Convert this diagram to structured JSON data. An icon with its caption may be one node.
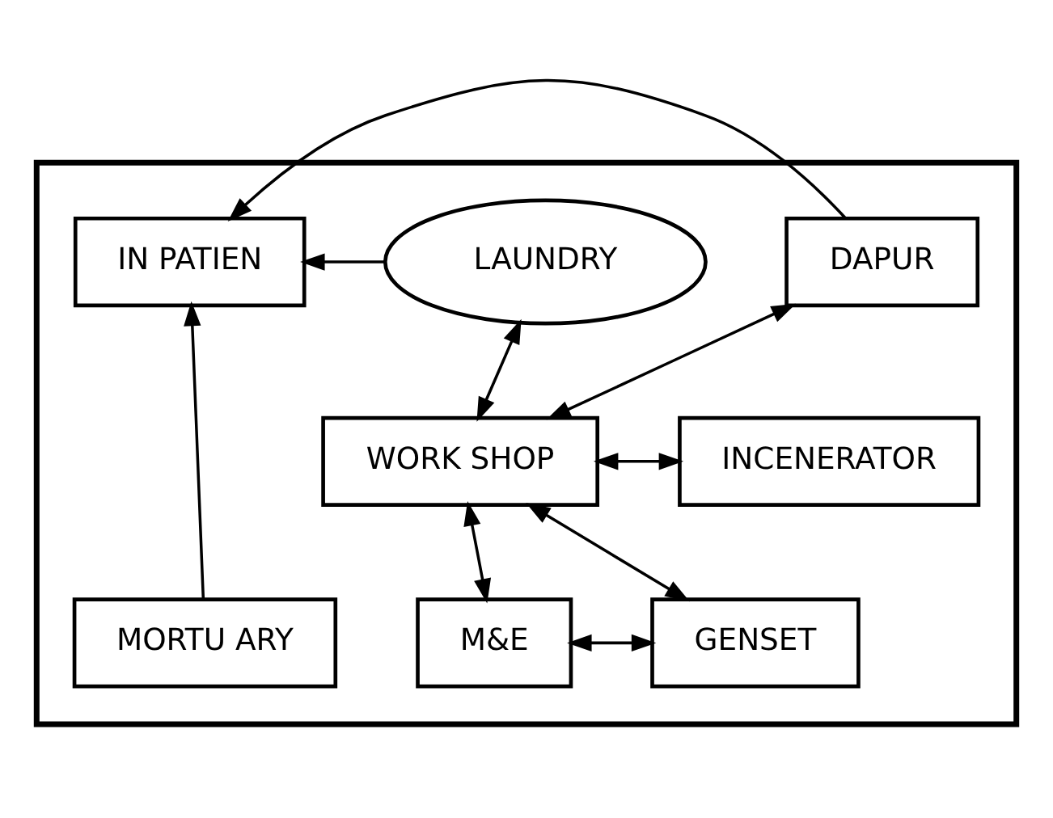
{
  "diagram": {
    "nodes": [
      {
        "text": [],
        "shape": "box"
      },
      {
        "text": [
          "IN PATIEN"
        ],
        "in": 0
      },
      {
        "text": [
          "DAPUR"
        ],
        "in": 0
      },
      {
        "text": [
          "LAUNDRY"
        ],
        "in": 0
      },
      {
        "text": [
          "INCENERATOR"
        ],
        "in": 0
      },
      {
        "text": [
          "WORK SHOP"
        ],
        "in": 0
      },
      {
        "text": [
          "M&E"
        ],
        "in": 0
      },
      {
        "text": [
          "GENSET"
        ],
        "in": 0
      },
      {
        "text": [
          "MORTU ARY"
        ],
        "in": 0
      }
    ],
    "edges": [
      {
        "from": 2,
        "to": 1,
        "arrow": "to"
      },
      {
        "from": 3,
        "to": 1,
        "arrow": "to"
      },
      {
        "from": 2,
        "to": 5,
        "arrow": "both"
      },
      {
        "from": 3,
        "to": 5,
        "arrow": "both"
      },
      {
        "from": 5,
        "to": 4,
        "arrow": "both"
      },
      {
        "from": 5,
        "to": 6,
        "arrow": "both"
      },
      {
        "from": 5,
        "to": 7,
        "arrow": "both"
      },
      {
        "from": 6,
        "to": 7,
        "arrow": "both"
      },
      {
        "from": 8,
        "to": 1,
        "arrow": "to"
      }
    ]
  }
}
